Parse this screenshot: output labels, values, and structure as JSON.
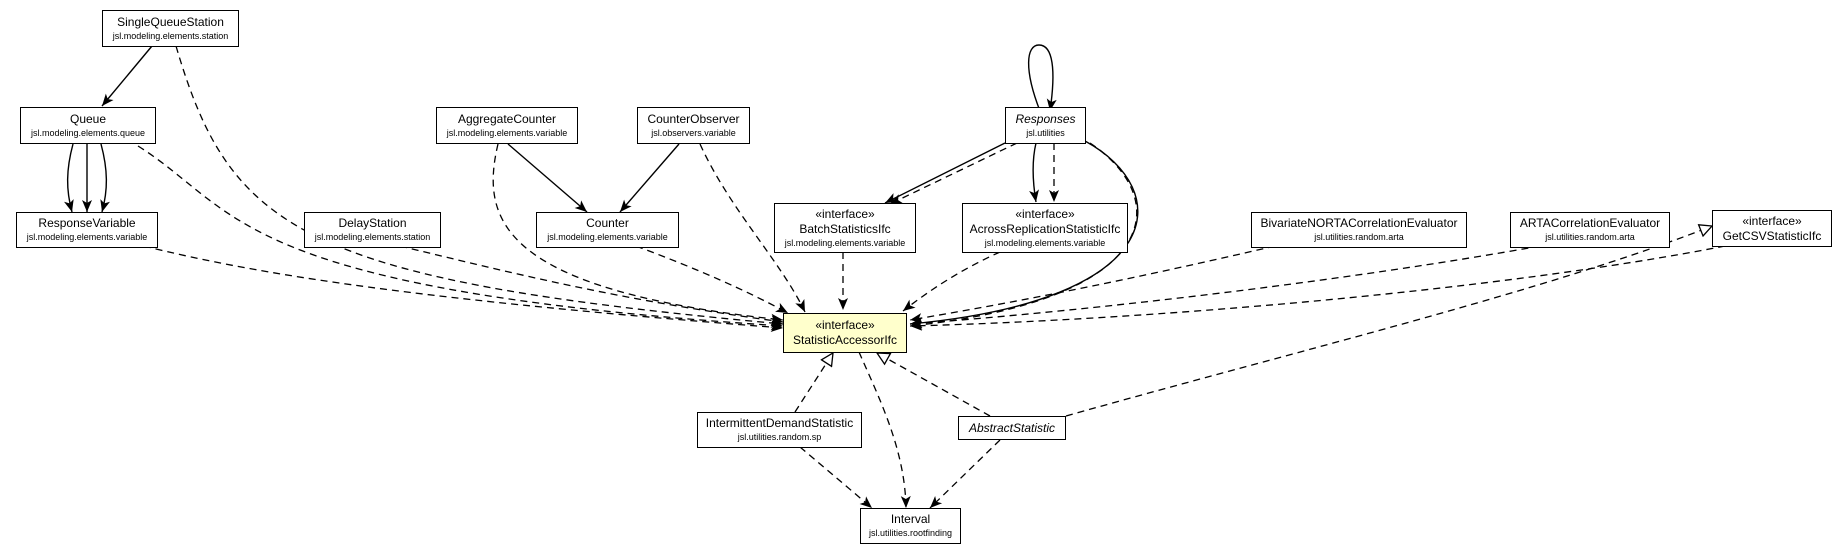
{
  "stereotype": "«interface»",
  "nodes": {
    "single_queue_station": {
      "name": "SingleQueueStation",
      "package": "jsl.modeling.elements.station"
    },
    "queue": {
      "name": "Queue",
      "package": "jsl.modeling.elements.queue"
    },
    "response_variable": {
      "name": "ResponseVariable",
      "package": "jsl.modeling.elements.variable"
    },
    "delay_station": {
      "name": "DelayStation",
      "package": "jsl.modeling.elements.station"
    },
    "aggregate_counter": {
      "name": "AggregateCounter",
      "package": "jsl.modeling.elements.variable"
    },
    "counter_observer": {
      "name": "CounterObserver",
      "package": "jsl.observers.variable"
    },
    "counter": {
      "name": "Counter",
      "package": "jsl.modeling.elements.variable"
    },
    "responses": {
      "name": "Responses",
      "package": "jsl.utilities"
    },
    "batch_statistics_ifc": {
      "name": "BatchStatisticsIfc",
      "package": "jsl.modeling.elements.variable"
    },
    "across_replication_statistic_ifc": {
      "name": "AcrossReplicationStatisticIfc",
      "package": "jsl.modeling.elements.variable"
    },
    "bivariate_norta": {
      "name": "BivariateNORTACorrelationEvaluator",
      "package": "jsl.utilities.random.arta"
    },
    "arta_correlation": {
      "name": "ARTACorrelationEvaluator",
      "package": "jsl.utilities.random.arta"
    },
    "get_csv_statistic_ifc": {
      "name": "GetCSVStatisticIfc"
    },
    "statistic_accessor_ifc": {
      "name": "StatisticAccessorIfc"
    },
    "intermittent_demand_statistic": {
      "name": "IntermittentDemandStatistic",
      "package": "jsl.utilities.random.sp"
    },
    "abstract_statistic": {
      "name": "AbstractStatistic"
    },
    "interval": {
      "name": "Interval",
      "package": "jsl.utilities.rootfinding"
    }
  }
}
